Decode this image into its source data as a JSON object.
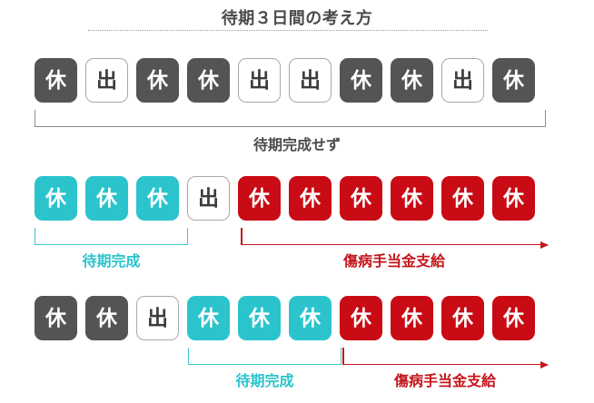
{
  "title": "待期３日間の考え方",
  "legend": {
    "rest_label": "休",
    "work_label": "出",
    "colors": {
      "gray": "#545454",
      "white": "#ffffff",
      "cyan": "#2bc4cc",
      "red": "#c90b15",
      "title_text": "#4a4a4a"
    }
  },
  "rows": [
    {
      "id": "row-1",
      "cells": [
        {
          "label": "休",
          "style": "gray"
        },
        {
          "label": "出",
          "style": "white"
        },
        {
          "label": "休",
          "style": "gray"
        },
        {
          "label": "休",
          "style": "gray"
        },
        {
          "label": "出",
          "style": "white"
        },
        {
          "label": "出",
          "style": "white"
        },
        {
          "label": "休",
          "style": "gray"
        },
        {
          "label": "休",
          "style": "gray"
        },
        {
          "label": "出",
          "style": "white"
        },
        {
          "label": "休",
          "style": "gray"
        }
      ],
      "annotations": [
        {
          "type": "bracket",
          "color": "gray",
          "caption": "待期完成せず",
          "spans_cells": [
            1,
            10
          ]
        }
      ]
    },
    {
      "id": "row-2",
      "cells": [
        {
          "label": "休",
          "style": "cyan"
        },
        {
          "label": "休",
          "style": "cyan"
        },
        {
          "label": "休",
          "style": "cyan"
        },
        {
          "label": "出",
          "style": "white"
        },
        {
          "label": "休",
          "style": "red"
        },
        {
          "label": "休",
          "style": "red"
        },
        {
          "label": "休",
          "style": "red"
        },
        {
          "label": "休",
          "style": "red"
        },
        {
          "label": "休",
          "style": "red"
        },
        {
          "label": "休",
          "style": "red"
        }
      ],
      "annotations": [
        {
          "type": "bracket",
          "color": "cyan",
          "caption": "待期完成",
          "spans_cells": [
            1,
            3
          ]
        },
        {
          "type": "arrow",
          "color": "red",
          "caption": "傷病手当金支給",
          "spans_cells": [
            5,
            10
          ]
        }
      ]
    },
    {
      "id": "row-3",
      "cells": [
        {
          "label": "休",
          "style": "gray"
        },
        {
          "label": "休",
          "style": "gray"
        },
        {
          "label": "出",
          "style": "white"
        },
        {
          "label": "休",
          "style": "cyan"
        },
        {
          "label": "休",
          "style": "cyan"
        },
        {
          "label": "休",
          "style": "cyan"
        },
        {
          "label": "休",
          "style": "red"
        },
        {
          "label": "休",
          "style": "red"
        },
        {
          "label": "休",
          "style": "red"
        },
        {
          "label": "休",
          "style": "red"
        }
      ],
      "annotations": [
        {
          "type": "bracket",
          "color": "cyan",
          "caption": "待期完成",
          "spans_cells": [
            4,
            6
          ]
        },
        {
          "type": "arrow",
          "color": "red",
          "caption": "傷病手当金支給",
          "spans_cells": [
            7,
            10
          ]
        }
      ]
    }
  ],
  "captions": {
    "row1_bracket": "待期完成せず",
    "row2_cyan": "待期完成",
    "row2_red": "傷病手当金支給",
    "row3_cyan": "待期完成",
    "row3_red": "傷病手当金支給"
  }
}
